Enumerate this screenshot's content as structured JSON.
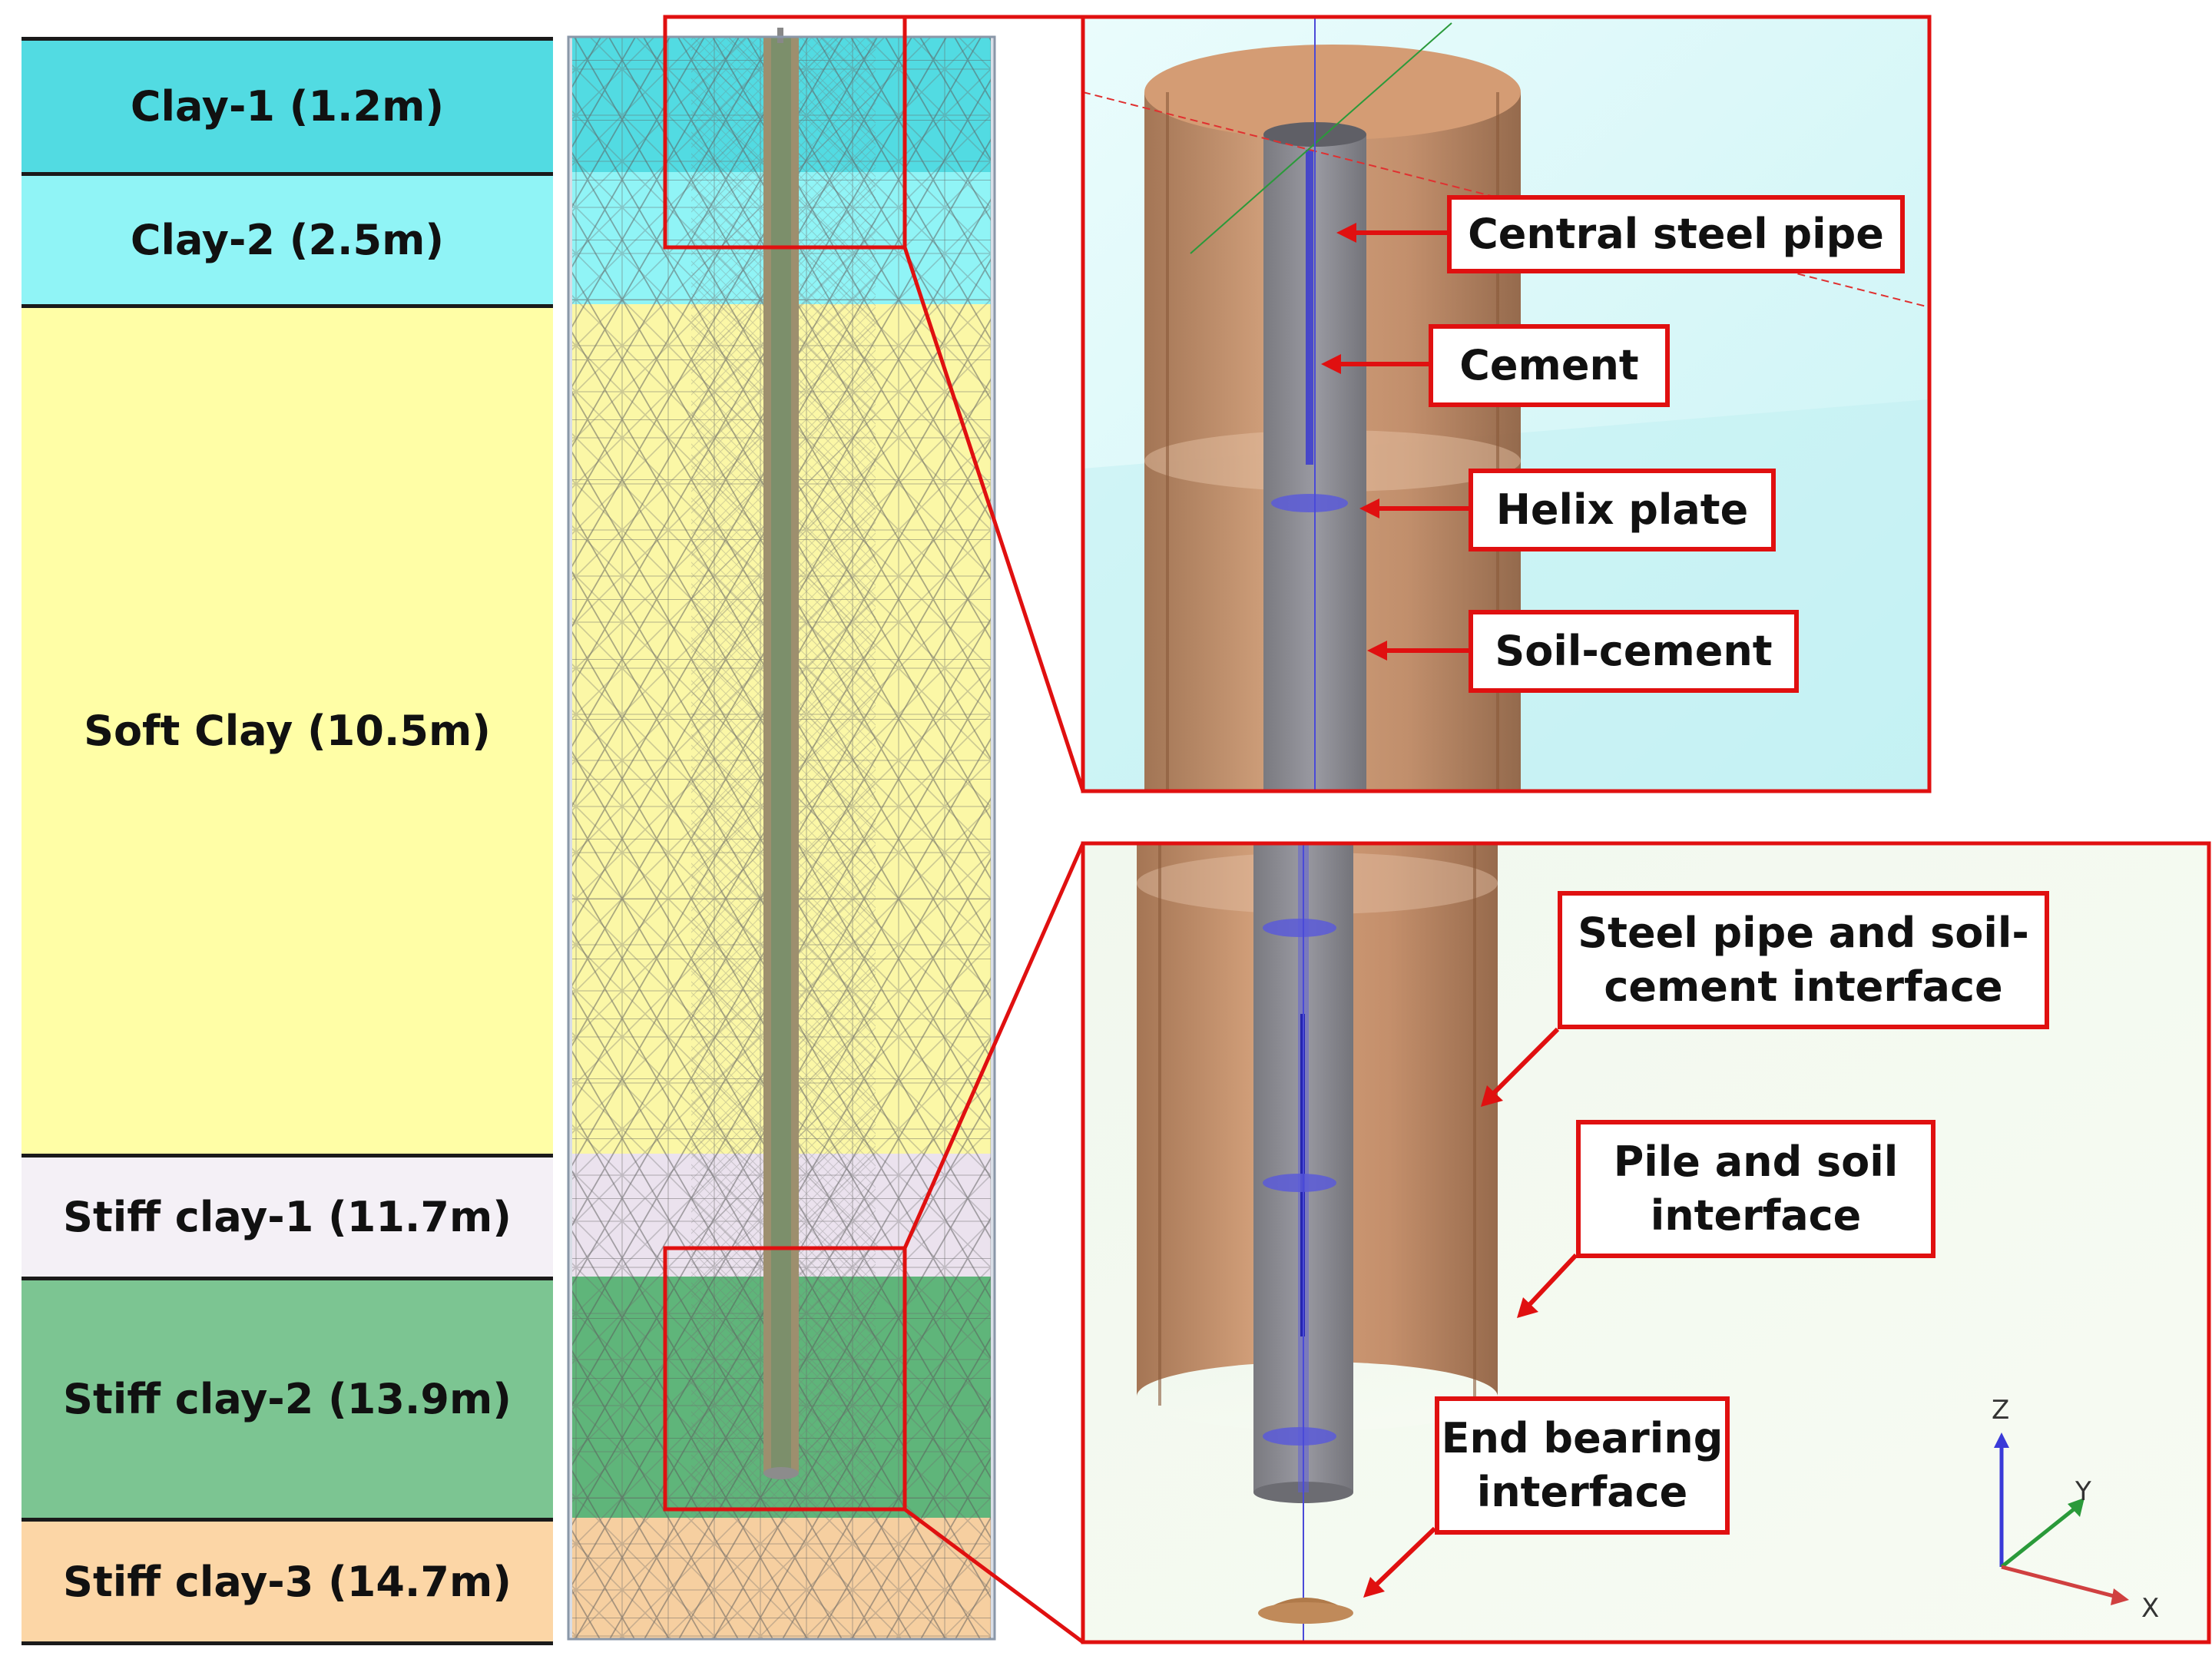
{
  "layers": [
    {
      "label": "Clay-1 (1.2m)",
      "color": "#52dbe2"
    },
    {
      "label": "Clay-2 (2.5m)",
      "color": "#90f4f6"
    },
    {
      "label": "Soft Clay (10.5m)",
      "color": "#fffea6"
    },
    {
      "label": "Stiff clay-1 (11.7m)",
      "color": "#f4f0f6"
    },
    {
      "label": "Stiff clay-2 (13.9m)",
      "color": "#7cc592"
    },
    {
      "label": "Stiff clay-3 (14.7m)",
      "color": "#fcd6a6"
    }
  ],
  "callouts": {
    "central_steel_pipe": "Central steel pipe",
    "cement": "Cement",
    "helix_plate": "Helix plate",
    "soil_cement": "Soil-cement",
    "steel_pipe_interface": "Steel pipe and soil-\ncement interface",
    "pile_soil_interface": "Pile and soil\ninterface",
    "end_bearing_interface": "End bearing\ninterface"
  },
  "axes": {
    "z": "Z",
    "y": "Y",
    "x": "X"
  },
  "colors": {
    "highlight": "#e01010",
    "pipe": "#8a8a8a",
    "soil_cement": "#c8906a",
    "cement": "#3a3ad0"
  }
}
